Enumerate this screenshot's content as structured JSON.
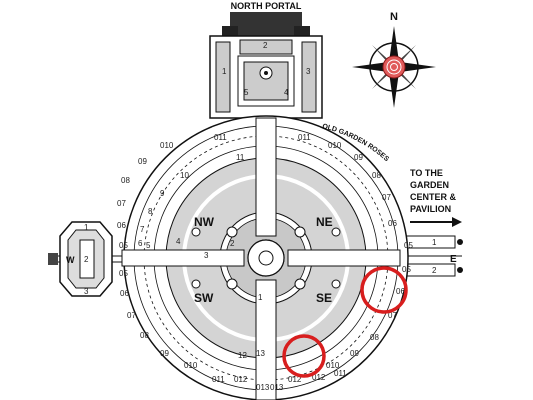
{
  "north_portal_label": "NORTH PORTAL",
  "compass": {
    "north_letter": "N",
    "center_icon": "rose-icon",
    "rose_color": "#e05a5a"
  },
  "old_garden_roses_label": "OLD GARDEN ROSES",
  "directions": {
    "line1": "TO THE",
    "line2": "GARDEN",
    "line3": "CENTER &",
    "line4": "PAVILION"
  },
  "east_label": "E",
  "west_label": "W",
  "quadrants": {
    "nw": "NW",
    "ne": "NE",
    "sw": "SW",
    "se": "SE"
  },
  "north_building_beds": [
    "1",
    "2",
    "3",
    "4",
    "5"
  ],
  "west_structure_beds": [
    "1",
    "2",
    "3"
  ],
  "east_path_beds": [
    "1",
    "2"
  ],
  "outer_ring_labels_left": [
    "010",
    "09",
    "08",
    "07",
    "06",
    "05",
    "05",
    "06",
    "07",
    "08",
    "09",
    "010"
  ],
  "outer_ring_labels_right": [
    "010",
    "09",
    "08",
    "07",
    "06",
    "05",
    "05",
    "06",
    "07",
    "08",
    "09",
    "010"
  ],
  "outer_ring_labels_top": [
    "011",
    "011"
  ],
  "outer_ring_labels_bottom": [
    "011",
    "012",
    "012",
    "013",
    "013",
    "012",
    "011"
  ],
  "inner_ring_labels": [
    "11",
    "10",
    "9",
    "8",
    "7",
    "6",
    "5",
    "4",
    "3",
    "2",
    "1",
    "12",
    "13"
  ],
  "highlight_color": "#d81e1e"
}
